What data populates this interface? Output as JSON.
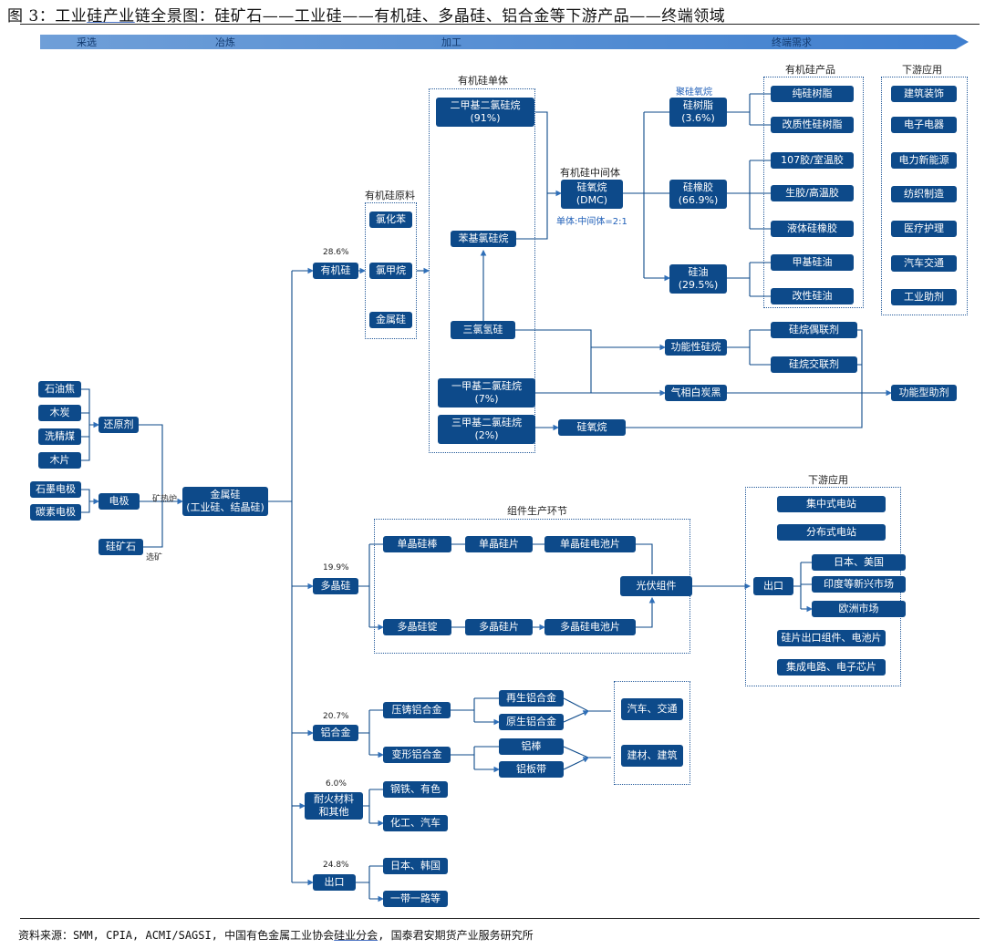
{
  "title": {
    "prefix": "图 3：工业",
    "underlined": "硅产业",
    "suffix": "链全景图：硅矿石——工业硅——有机硅、多晶硅、铝合金等下游产品——终端领域"
  },
  "stages": [
    "采选",
    "冶炼",
    "加工",
    "终端需求"
  ],
  "raw": [
    "石油焦",
    "木炭",
    "洗精煤",
    "木片",
    "石墨电极",
    "碳素电极",
    "硅矿石"
  ],
  "mid": {
    "reductant": "还原剂",
    "electrode": "电极",
    "smelt": "矿热炉",
    "select": "选矿"
  },
  "metal_si": "金属硅\n(工业硅、结晶硅)",
  "branches": {
    "organo": {
      "label": "有机硅",
      "pct": "28.6%"
    },
    "poly": {
      "label": "多晶硅",
      "pct": "19.9%"
    },
    "alloy": {
      "label": "铝合金",
      "pct": "20.7%"
    },
    "refr": {
      "label": "耐火材料\n和其他",
      "pct": "6.0%"
    },
    "export": {
      "label": "出口",
      "pct": "24.8%"
    }
  },
  "organo": {
    "raw_title": "有机硅原料",
    "raw_items": [
      "氯化苯",
      "氯甲烷",
      "金属硅"
    ],
    "mono_title": "有机硅单体",
    "mono": [
      "二甲基二氯硅烷\n(91%)",
      "苯基氯硅烷",
      "三氯氢硅",
      "一甲基二氯硅烷\n(7%)",
      "三甲基二氯硅烷\n(2%)"
    ],
    "inter_title": "有机硅中间体",
    "dmc": "硅氧烷\n(DMC)",
    "ratio": "单体:中间体=2:1",
    "poly_label": "聚硅氧烷",
    "products": [
      "硅树脂\n(3.6%)",
      "硅橡胶\n(66.9%)",
      "硅油\n(29.5%)"
    ],
    "functional": "功能性硅烷",
    "fumed": "气相白炭黑",
    "silicone_silane": "硅氧烷",
    "prod_title": "有机硅产品",
    "prod_items": [
      "纯硅树脂",
      "改质性硅树脂",
      "107胶/室温胶",
      "生胶/高温胶",
      "液体硅橡胶",
      "甲基硅油",
      "改性硅油"
    ],
    "coupling": [
      "硅烷偶联剂",
      "硅烷交联剂"
    ],
    "aux": "功能型助剂",
    "down_title": "下游应用",
    "down_items": [
      "建筑装饰",
      "电子电器",
      "电力新能源",
      "纺织制造",
      "医疗护理",
      "汽车交通",
      "工业助剂"
    ]
  },
  "pv": {
    "title": "组件生产环节",
    "row1": [
      "单晶硅棒",
      "单晶硅片",
      "单晶硅电池片"
    ],
    "row2": [
      "多晶硅锭",
      "多晶硅片",
      "多晶硅电池片"
    ],
    "module": "光伏组件",
    "down_title": "下游应用",
    "down": [
      "集中式电站",
      "分布式电站"
    ],
    "export": "出口",
    "export_items": [
      "日本、美国",
      "印度等新兴市场",
      "欧洲市场"
    ],
    "others": [
      "硅片出口组件、电池片",
      "集成电路、电子芯片"
    ]
  },
  "alloy": {
    "types": [
      "压铸铝合金",
      "变形铝合金"
    ],
    "subs": [
      "再生铝合金",
      "原生铝合金",
      "铝棒",
      "铝板带"
    ],
    "uses": [
      "汽车、交通",
      "建材、建筑"
    ]
  },
  "refr_items": [
    "钢铁、有色",
    "化工、汽车"
  ],
  "export_items": [
    "日本、韩国",
    "一带一路等"
  ],
  "footer": {
    "prefix": "资料来源：SMM, CPIA, ACMI/SAGSI, 中国有色金属工业协会",
    "underlined": "硅业分会",
    "suffix": ", 国泰君安期货产业服务研究所"
  },
  "colors": {
    "box": "#0d4a8a",
    "arrow": "#4a86c8",
    "line": "#0d4a8a"
  }
}
